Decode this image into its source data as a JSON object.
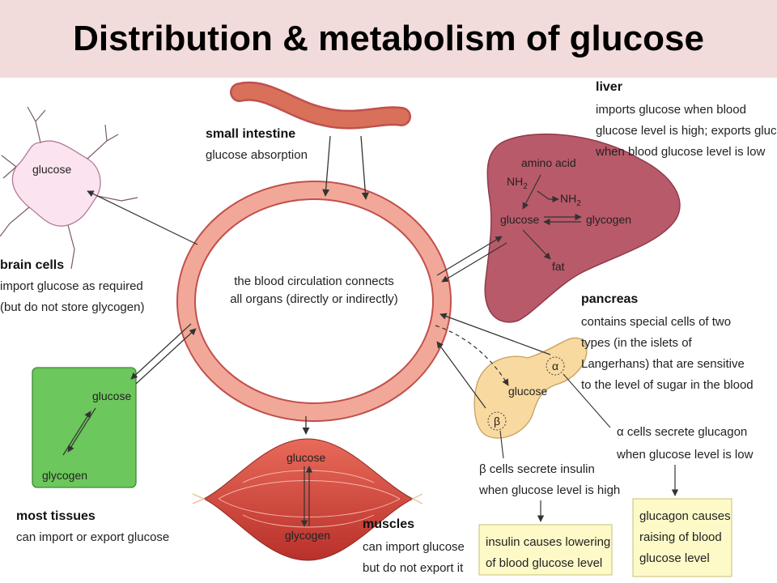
{
  "title": "Distribution & metabolism of glucose",
  "center": {
    "line1": "the blood circulation connects",
    "line2": "all organs (directly or indirectly)"
  },
  "small_intestine": {
    "name": "small intestine",
    "desc": "glucose absorption"
  },
  "liver": {
    "name": "liver",
    "desc": [
      "imports glucose when blood",
      "glucose level is high; exports glucose",
      "when blood glucose level is low"
    ],
    "amino_acid": "amino acid",
    "nh2": "NH",
    "sub2": "2",
    "glucose": "glucose",
    "glycogen": "glycogen",
    "fat": "fat"
  },
  "brain": {
    "cell_label": "glucose",
    "name": "brain cells",
    "desc": [
      "import glucose as required",
      "(but do not store glycogen)"
    ]
  },
  "tissues": {
    "glucose": "glucose",
    "glycogen": "glycogen",
    "name": "most tissues",
    "desc": "can import or export glucose"
  },
  "muscles": {
    "glucose": "glucose",
    "glycogen": "glycogen",
    "name": "muscles",
    "desc": [
      "can import glucose",
      "but do not export it"
    ]
  },
  "pancreas": {
    "name": "pancreas",
    "desc": [
      "contains special cells of two",
      "types (in the islets of",
      "Langerhans) that are sensitive",
      "to the level of sugar in the blood"
    ],
    "glucose": "glucose",
    "alpha": "α",
    "beta": "β",
    "alpha_text": [
      "α cells secrete glucagon",
      "when glucose level is low"
    ],
    "beta_text": [
      "β cells secrete insulin",
      "when glucose level is high"
    ]
  },
  "insulin_box": [
    "insulin causes lowering",
    "of blood glucose level"
  ],
  "glucagon_box": [
    "glucagon causes",
    "raising of blood",
    "glucose level"
  ],
  "colors": {
    "title_bg": "#f2dcdb",
    "ring": "#f2a898",
    "liver": "#b85a6a",
    "tissue_green": "#6cc75c",
    "pancreas": "#f8d9a0",
    "box_yellow": "#fdfac8",
    "muscle": "#d94a3f",
    "intestine": "#d9705a"
  }
}
